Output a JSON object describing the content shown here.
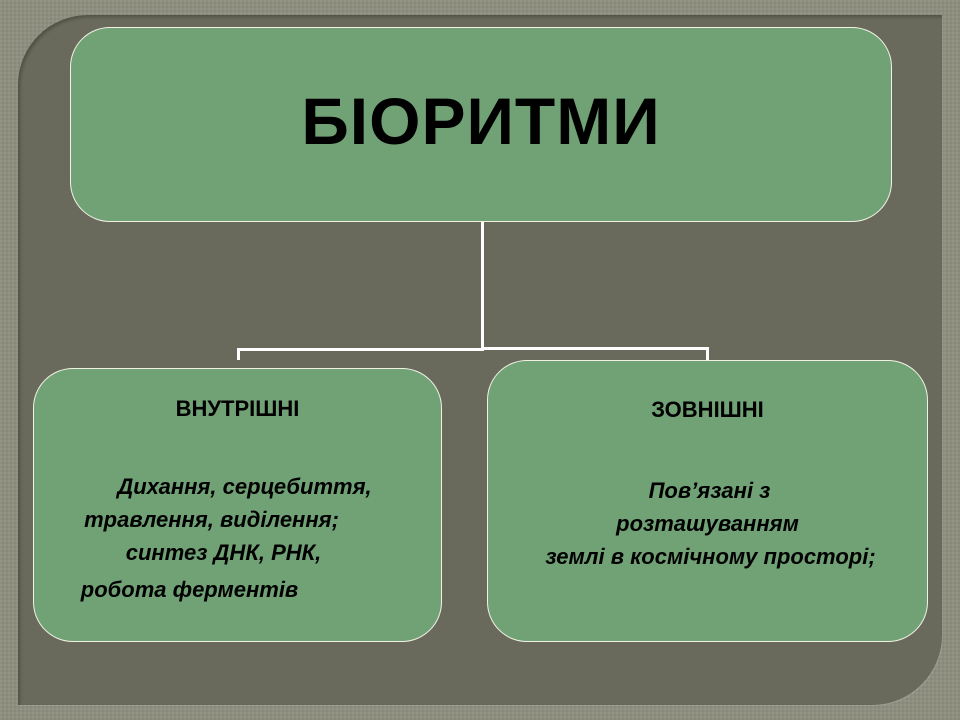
{
  "diagram": {
    "type": "hierarchy",
    "colors": {
      "background": "#8e8e7f",
      "frame": "#6a6a5c",
      "node_fill": "#71a276",
      "node_border": "#f2f2e4",
      "connector": "#ffffff",
      "text": "#000000"
    },
    "root": {
      "title": "БІОРИТМИ"
    },
    "children": [
      {
        "heading": "ВНУТРІШНІ",
        "lines": [
          "Дихання, серцебиття,",
          "травлення, виділення;",
          "синтез ДНК, РНК,",
          "робота ферментів"
        ]
      },
      {
        "heading": "ЗОВНІШНІ",
        "lines": [
          "Пов’язані з",
          "розташуванням",
          "землі в космічному просторі;"
        ]
      }
    ]
  }
}
